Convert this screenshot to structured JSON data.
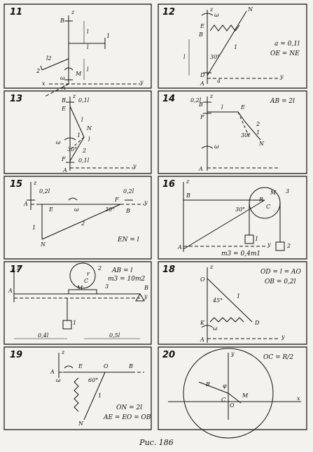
{
  "caption": "Рис. 186",
  "panels": [
    {
      "number": "11",
      "labels": [
        "B",
        "z",
        "l",
        "l",
        "1",
        "l",
        "l2",
        "2",
        "M",
        "ω",
        "A",
        "y",
        "x"
      ],
      "conditions": []
    },
    {
      "number": "12",
      "labels": [
        "z",
        "ω",
        "E",
        "B",
        "l",
        "30°",
        "D",
        "A",
        "a",
        "y",
        "N",
        "1"
      ],
      "conditions": [
        "a = 0,1l",
        "OE = NE"
      ]
    },
    {
      "number": "13",
      "labels": [
        "z",
        "B",
        "E",
        "0,1l",
        "l",
        "N",
        "1",
        "l",
        "ω",
        "30°",
        "2",
        "F",
        "0,1l",
        "A",
        "y"
      ],
      "conditions": []
    },
    {
      "number": "14",
      "labels": [
        "z",
        "0,2l",
        "B",
        "l",
        "E",
        "F",
        "2",
        "1",
        "30°",
        "N",
        "ω",
        "A"
      ],
      "conditions": [
        "AB = 2l"
      ]
    },
    {
      "number": "15",
      "labels": [
        "z",
        "0,2l",
        "0,2l",
        "A",
        "E",
        "ω",
        "30°",
        "F",
        "B",
        "y",
        "1",
        "2",
        "N"
      ],
      "conditions": [
        "EN = l"
      ]
    },
    {
      "number": "16",
      "labels": [
        "z",
        "B",
        "30°",
        "M",
        "R",
        "C",
        "3",
        "1",
        "2",
        "A",
        "y"
      ],
      "conditions": [
        "m3 = 0,4m1"
      ]
    },
    {
      "number": "17",
      "labels": [
        "z",
        "2",
        "r",
        "C",
        "M",
        "3",
        "B",
        "y",
        "A",
        "1",
        "0,4l",
        "0,5l"
      ],
      "conditions": [
        "AB = l",
        "m3 = 10m2"
      ]
    },
    {
      "number": "18",
      "labels": [
        "z",
        "O",
        "1",
        "45°",
        "K",
        "D",
        "ω",
        "A",
        "y"
      ],
      "conditions": [
        "OD = l = AO",
        "OB = 0,2l"
      ]
    },
    {
      "number": "19",
      "labels": [
        "z",
        "A",
        "ω",
        "E",
        "O",
        "B",
        "60°",
        "1",
        "N"
      ],
      "conditions": [
        "ON = 2l",
        "AE = EO = OB"
      ]
    },
    {
      "number": "20",
      "labels": [
        "y",
        "R",
        "φ",
        "C",
        "O",
        "M",
        "x"
      ],
      "conditions": [
        "OC = R/2"
      ]
    }
  ]
}
